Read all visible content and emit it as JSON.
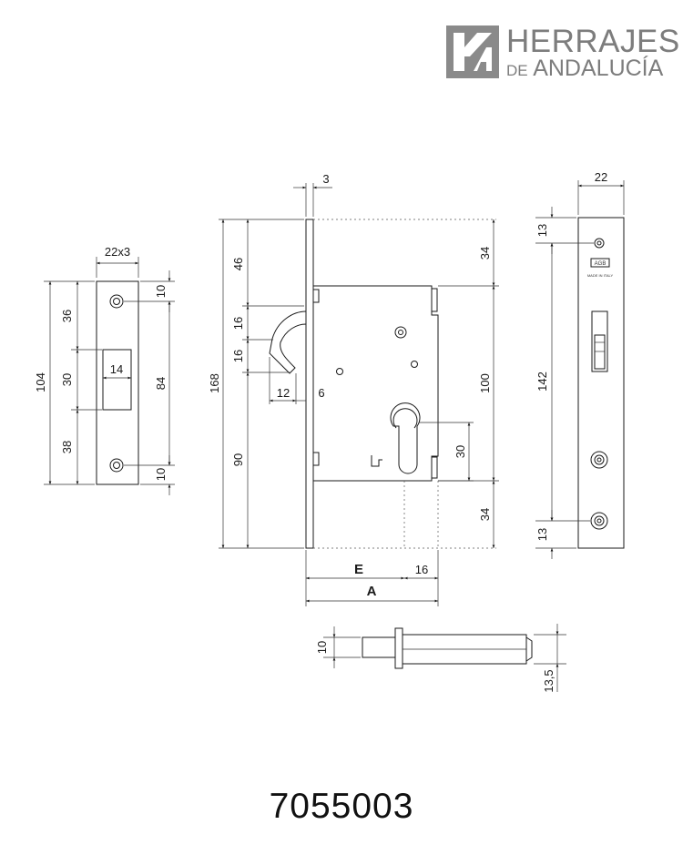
{
  "brand": {
    "name_line1": "HERRAJES",
    "name_prefix": "DE",
    "name_line2": "ANDALUCÍA",
    "logo_color": "#8a8a8a"
  },
  "product": {
    "reference": "7055003"
  },
  "strike_plate": {
    "width_label": "22x3",
    "height_label": "104",
    "segment_top": "36",
    "segment_mid": "30",
    "segment_bottom": "38",
    "opening_width": "14",
    "hole_offset_top": "10",
    "hole_spacing": "84",
    "hole_offset_bottom": "10"
  },
  "lock_body": {
    "faceplate_thickness": "3",
    "total_height": "168",
    "hook_top_offset": "46",
    "hook_height_1": "16",
    "hook_height_2": "16",
    "hook_depth": "12",
    "hook_gap": "6",
    "lower_height": "90",
    "top_case_offset": "34",
    "case_height": "100",
    "cylinder_height": "30",
    "bottom_case_offset": "34",
    "backset_label": "E",
    "cylinder_offset": "16",
    "overall_depth_label": "A"
  },
  "faceplate": {
    "width": "22",
    "top_hole_offset": "13",
    "hole_spacing": "142",
    "bottom_hole_offset": "13",
    "brand_mark": "AGB",
    "origin_mark": "MADE IN ITALY"
  },
  "pin": {
    "diameter": "10",
    "length": "13,5"
  }
}
